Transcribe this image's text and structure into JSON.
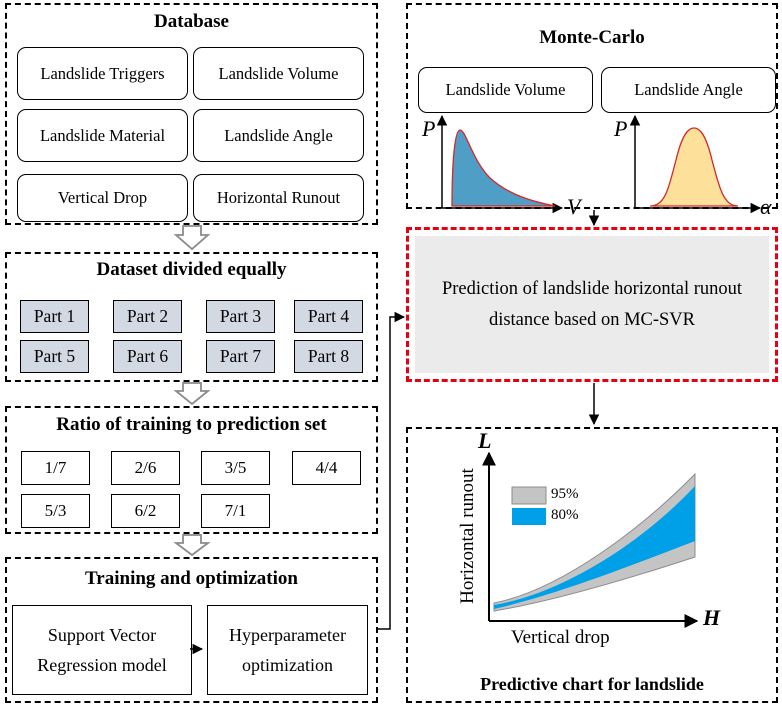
{
  "database": {
    "title": "Database",
    "items": [
      "Landslide Triggers",
      "Landslide Volume",
      "Landslide Material",
      "Landslide Angle",
      "Vertical Drop",
      "Horizontal Runout"
    ]
  },
  "dataset": {
    "title": "Dataset divided equally",
    "parts": [
      "Part 1",
      "Part 2",
      "Part 3",
      "Part 4",
      "Part 5",
      "Part 6",
      "Part 7",
      "Part 8"
    ]
  },
  "ratio": {
    "title": "Ratio of training to prediction set",
    "items": [
      "1/7",
      "2/6",
      "3/5",
      "4/4",
      "5/3",
      "6/2",
      "7/1"
    ]
  },
  "training": {
    "title": "Training and optimization",
    "svr_line1": "Support Vector",
    "svr_line2": "Regression model",
    "hyper_line1": "Hyperparameter",
    "hyper_line2": "optimization"
  },
  "monte_carlo": {
    "title": "Monte-Carlo",
    "volume_label": "Landslide Volume",
    "angle_label": "Landslide Angle",
    "volume_plot": {
      "y_axis": "P",
      "x_axis": "V",
      "fill": "#4f9ec6",
      "outline": "#d62728"
    },
    "angle_plot": {
      "y_axis": "P",
      "x_axis": "α",
      "fill": "#fde19a",
      "outline": "#d62728"
    }
  },
  "prediction": {
    "line1": "Prediction of landslide horizontal runout",
    "line2": "distance based on MC-SVR",
    "border_color": "#e60012"
  },
  "chart": {
    "title": "Predictive chart for landslide",
    "y_axis_symbol": "L",
    "x_axis_symbol": "H",
    "ylabel": "Horizontal runout",
    "xlabel": "Vertical drop",
    "legend": [
      {
        "label": "95%",
        "color": "#c4c4c4"
      },
      {
        "label": "80%",
        "color": "#00a0e9"
      }
    ]
  }
}
